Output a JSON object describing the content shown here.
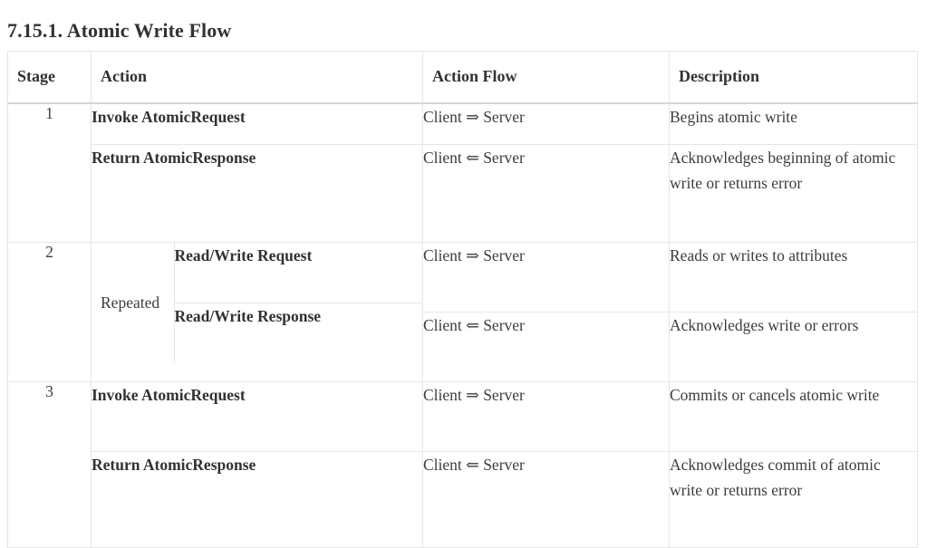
{
  "document": {
    "section_number": "7.15.1.",
    "section_title": "7.15.1. Atomic Write Flow"
  },
  "table": {
    "headers": {
      "stage": "Stage",
      "action": "Action",
      "action_flow": "Action Flow",
      "description": "Description"
    },
    "arrows": {
      "to_server": "⇒",
      "to_client": "⇐"
    },
    "stages": [
      {
        "stage": "1",
        "nested_label": null,
        "rows": [
          {
            "action": "Invoke AtomicRequest",
            "action_flow": "Client ⇒ Server",
            "description": "Begins atomic write"
          },
          {
            "action": "Return AtomicResponse",
            "action_flow": "Client ⇐ Server",
            "description": "Acknowledges beginning of atomic write or returns error"
          }
        ]
      },
      {
        "stage": "2",
        "nested_label": "Repeated",
        "rows": [
          {
            "action": "Read/Write Request",
            "action_flow": "Client ⇒ Server",
            "description": "Reads or writes to attrib­utes"
          },
          {
            "action": "Read/Write Response",
            "action_flow": "Client ⇐ Server",
            "description": "Acknowledges write or errors"
          }
        ]
      },
      {
        "stage": "3",
        "nested_label": null,
        "rows": [
          {
            "action": "Invoke AtomicRequest",
            "action_flow": "Client ⇒ Server",
            "description": "Commits or cancels atomic write"
          },
          {
            "action": "Return AtomicResponse",
            "action_flow": "Client ⇐ Server",
            "description": "Acknowledges commit of atomic write or returns error"
          }
        ]
      }
    ]
  },
  "colors": {
    "text": "#33363a",
    "heading": "#2f3236",
    "border": "#e6e6e6",
    "header_border": "#d5d5d5",
    "background": "#ffffff"
  }
}
